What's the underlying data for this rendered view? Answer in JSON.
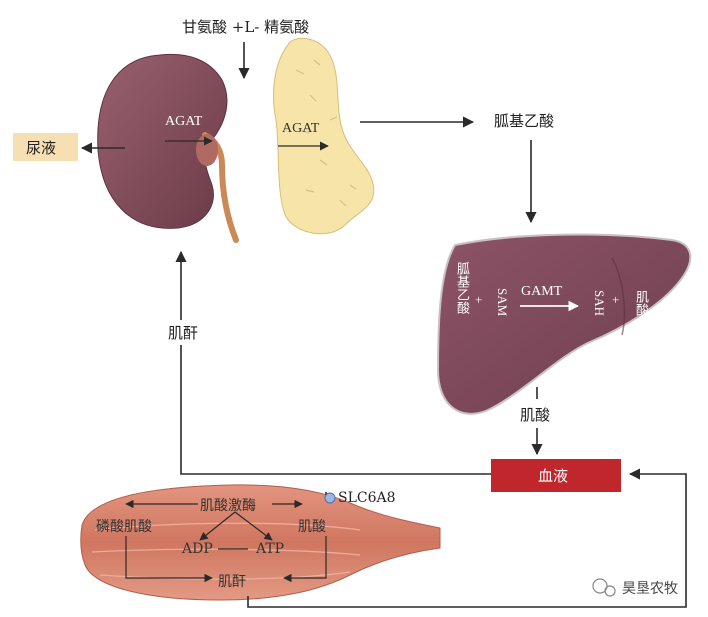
{
  "top_reaction": "甘氨酸 +L- 精氨酸",
  "kidney": {
    "enzyme": "AGAT"
  },
  "pancreas": {
    "enzyme": "AGAT"
  },
  "urine": "尿液",
  "guanidinoacetate": "胍基乙酸",
  "liver": {
    "substrate1": "胍基乙酸",
    "plus": "+",
    "substrate2": "SAM",
    "enzyme": "GAMT",
    "product1": "SAH",
    "product2": "肌酸"
  },
  "creatine_out": "肌酸",
  "blood": "血液",
  "creatinine_left": "肌酐",
  "transporter": "SLC6A8",
  "muscle": {
    "kinase": "肌酸激酶",
    "phosphocreatine": "磷酸肌酸",
    "creatine": "肌酸",
    "adp": "ADP",
    "atp": "ATP",
    "creatinine": "肌酐"
  },
  "watermark": "昊垦农牧",
  "colors": {
    "organ": "#7a4553",
    "liver": "#7d4a5b",
    "pancreas": "#f7e7b0",
    "urine_box": "#f6dfb2",
    "blood_box": "#c0272d",
    "muscle": "#d9826a",
    "arrow": "#2a2a2a"
  }
}
